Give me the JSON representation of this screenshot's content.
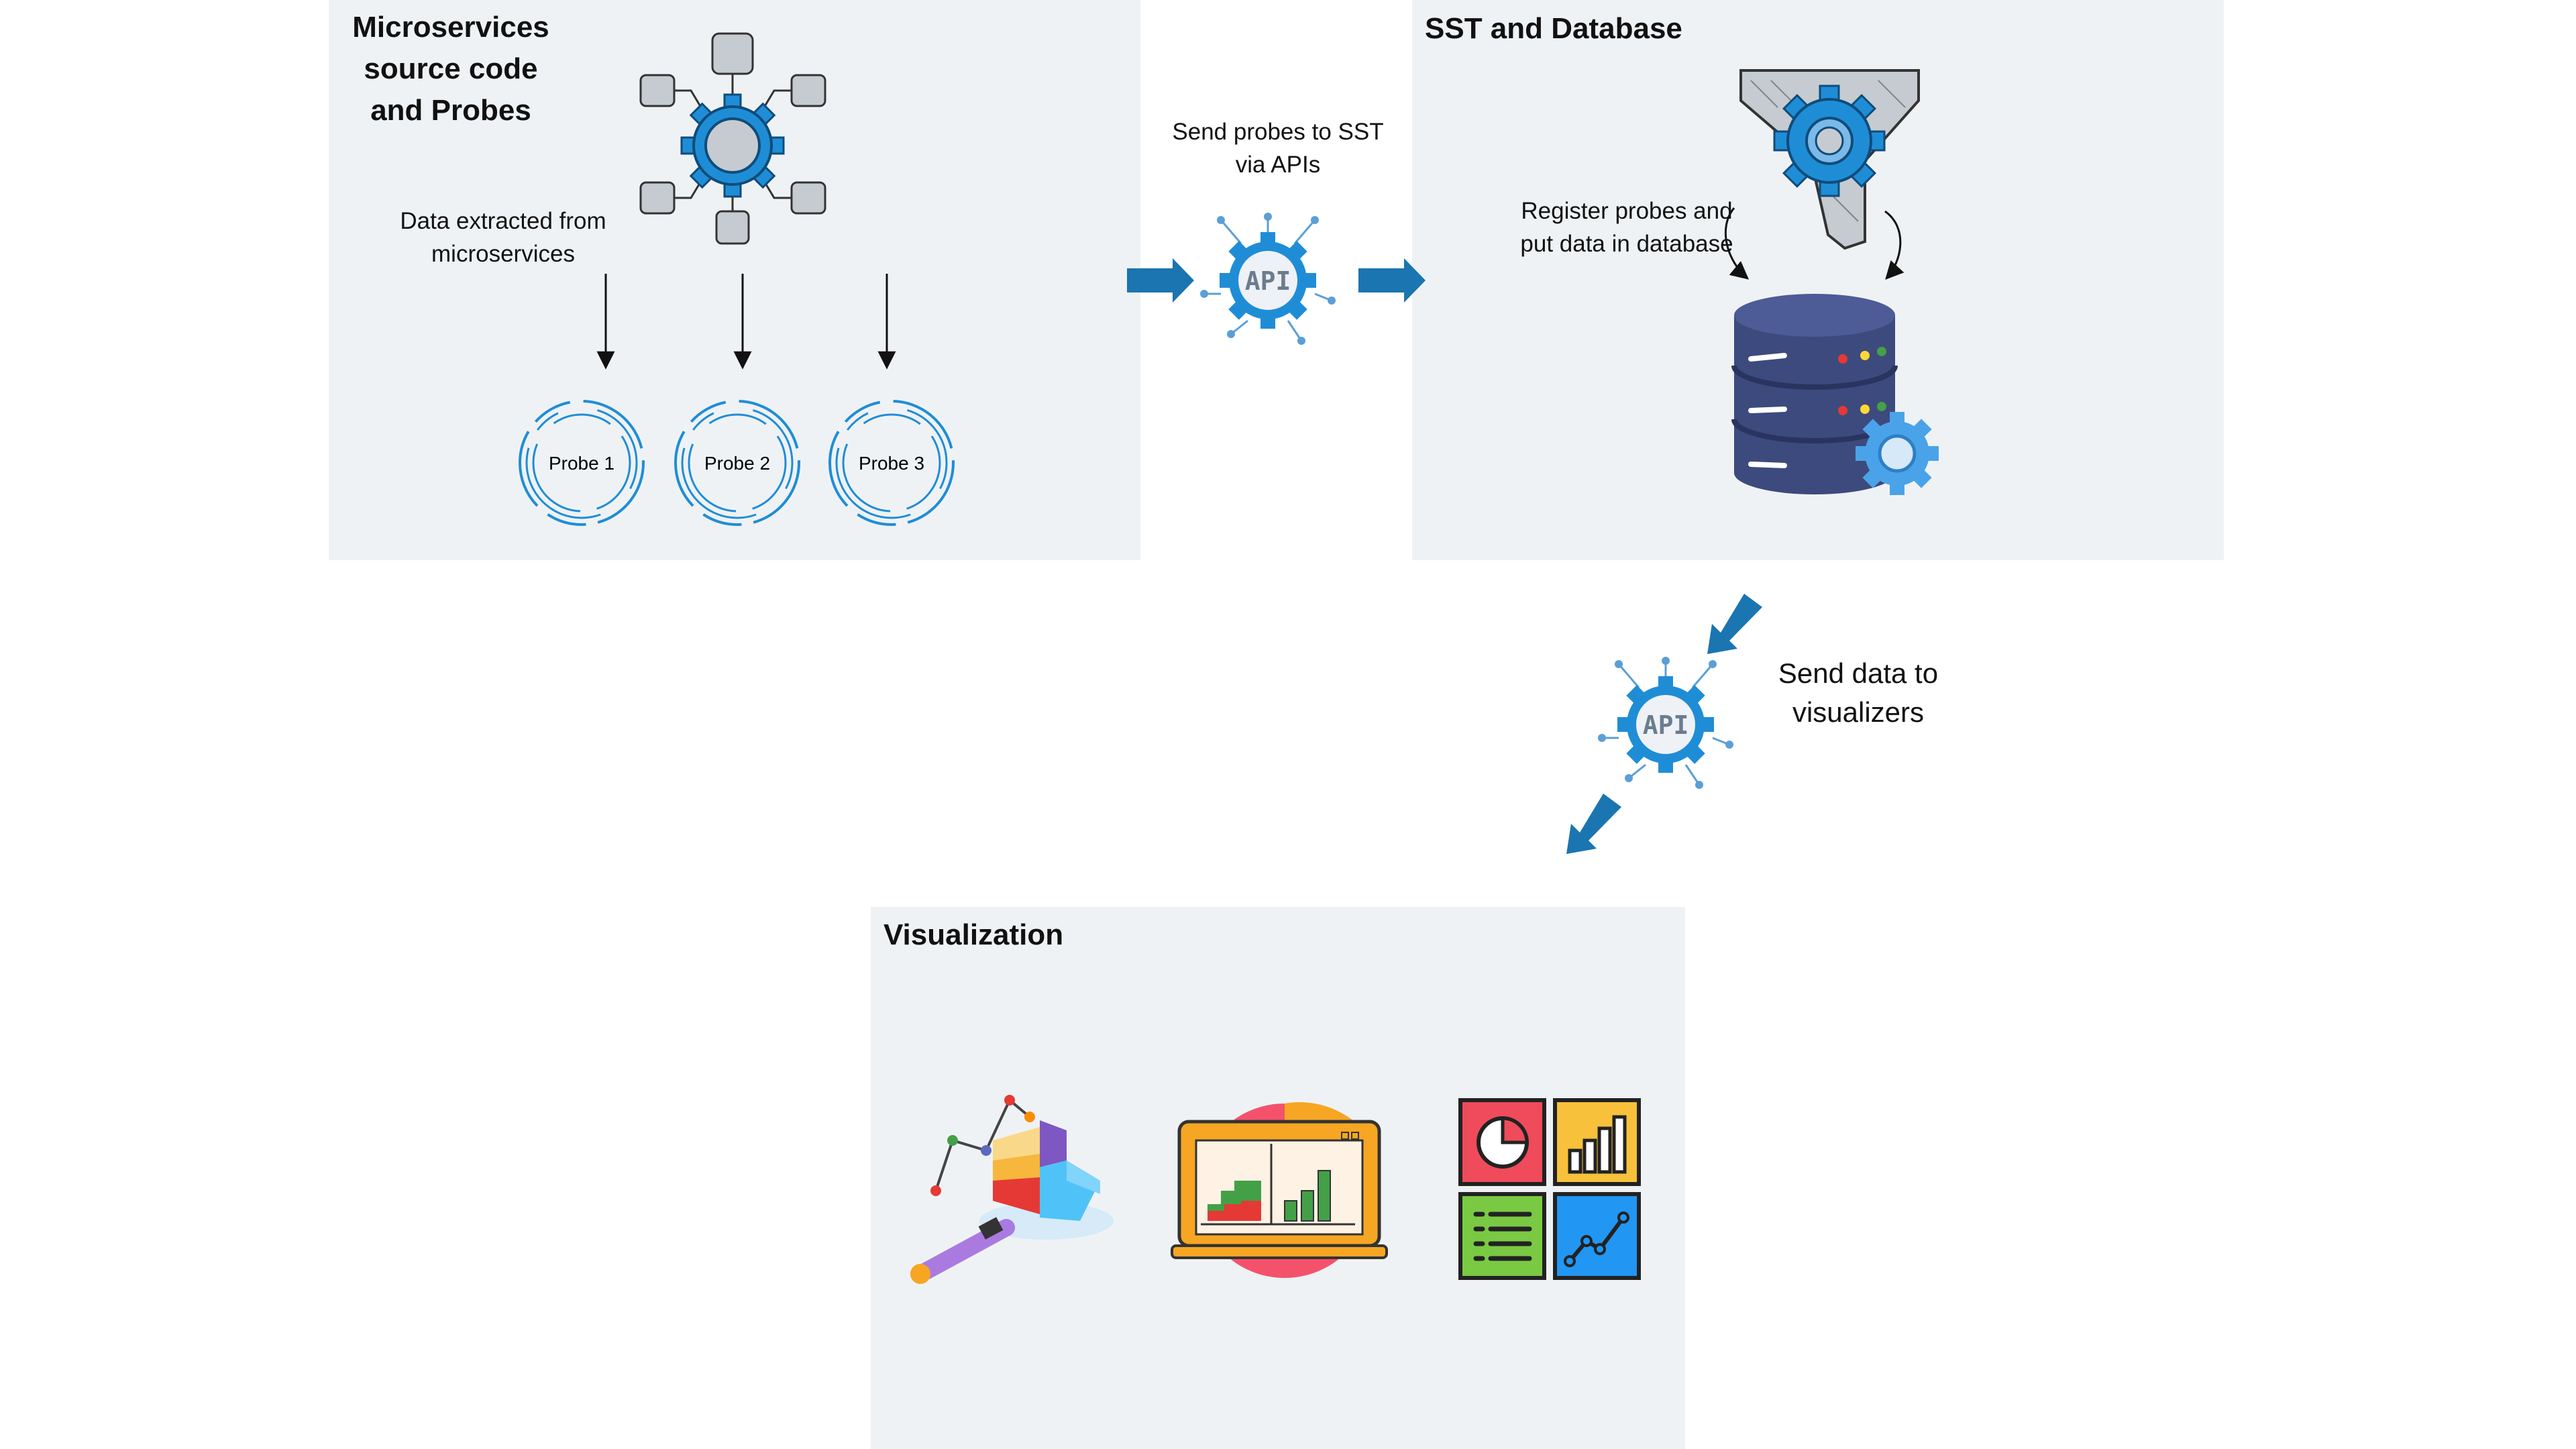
{
  "panels": {
    "microservices": {
      "title": "Microservices source code and Probes"
    },
    "sst": {
      "title": "SST and Database"
    },
    "visualization": {
      "title": "Visualization"
    }
  },
  "labels": {
    "data_extracted": "Data extracted from microservices",
    "send_probes": "Send probes to SST via APIs",
    "register_probes": "Register probes and put data in database",
    "send_data": "Send data to visualizers"
  },
  "probes": [
    "Probe 1",
    "Probe 2",
    "Probe 3"
  ],
  "api_label": "API",
  "icons": {
    "microservice_network": "gear-network-icon",
    "api": "api-gear-icon",
    "sst_funnel": "funnel-gear-icon",
    "database": "database-server-icon",
    "analytics": "pie-chart-magnifier-icon",
    "laptop_dashboard": "laptop-dashboard-icon",
    "dashboard_tiles": "dashboard-tiles-icon"
  },
  "colors": {
    "panel_bg": "#eff2f5",
    "accent_blue": "#1f8dd6",
    "arrow_blue": "#1a75b0",
    "node_grey": "#c6cbd1",
    "db_navy": "#3d4a7d"
  }
}
